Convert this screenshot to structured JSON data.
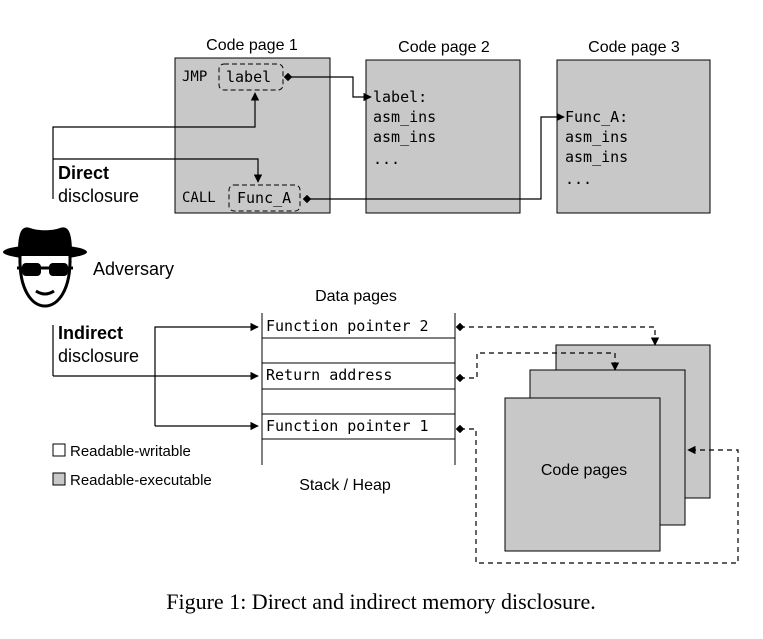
{
  "colors": {
    "gray_fill": "#c8c8c8",
    "stroke": "#000000",
    "background": "#ffffff"
  },
  "code_pages": [
    {
      "title": "Code page 1",
      "lines": [
        "JMP",
        "label",
        "CALL",
        "Func_A"
      ]
    },
    {
      "title": "Code page 2",
      "lines": [
        "label:",
        "asm_ins",
        "asm_ins",
        "..."
      ]
    },
    {
      "title": "Code page 3",
      "lines": [
        "Func_A:",
        "asm_ins",
        "asm_ins",
        "..."
      ]
    }
  ],
  "direct": {
    "line1": "Direct",
    "line2": "disclosure"
  },
  "adversary": {
    "label": "Adversary",
    "icon": "spy-hat-sunglasses-icon"
  },
  "indirect": {
    "line1": "Indirect",
    "line2": "disclosure"
  },
  "data_pages": {
    "title": "Data pages",
    "rows": [
      "Function pointer 2",
      "Return address",
      "Function pointer 1"
    ],
    "caption": "Stack / Heap"
  },
  "legend": [
    "Readable-writable",
    "Readable-executable"
  ],
  "code_pages_stack_label": "Code pages",
  "caption": "Figure 1: Direct and indirect memory disclosure."
}
